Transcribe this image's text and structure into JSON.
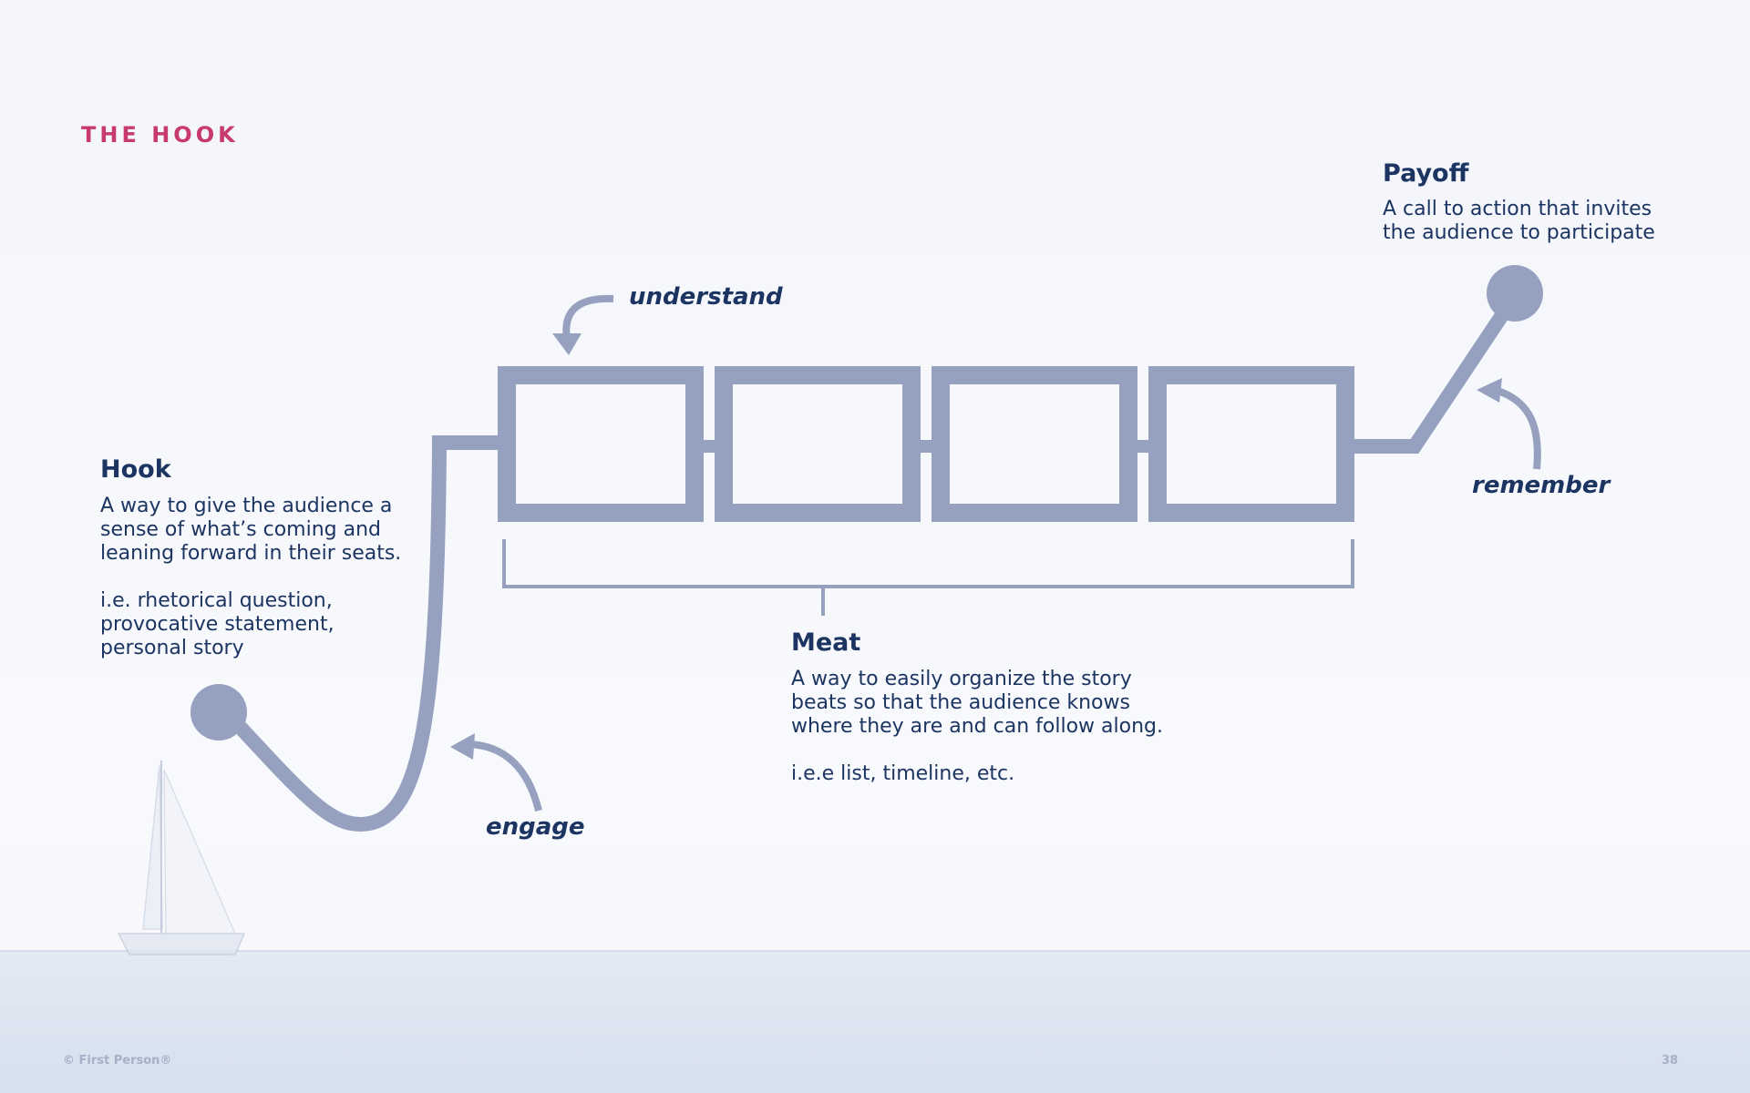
{
  "slide": {
    "section_label": "THE HOOK",
    "hook": {
      "title": "Hook",
      "body": "A way to give the audience a\nsense of what’s coming and\nleaning forward in their seats.\n\ni.e. rhetorical question,\nprovocative statement,\npersonal story"
    },
    "meat": {
      "title": "Meat",
      "body": "A way to easily organize the story\nbeats so that the audience knows\nwhere they are and can follow along.\n\ni.e.e list, timeline, etc."
    },
    "payoff": {
      "title": "Payoff",
      "body": "A call to action that invites\nthe audience to participate"
    },
    "verbs": {
      "understand": "understand",
      "remember": "remember",
      "engage": "engage"
    },
    "footer": {
      "copyright": "© First Person®",
      "page_number": "38"
    }
  },
  "colors": {
    "accent": "#c73a6b",
    "navy": "#1c3461",
    "diagram": "#95a1bf"
  }
}
